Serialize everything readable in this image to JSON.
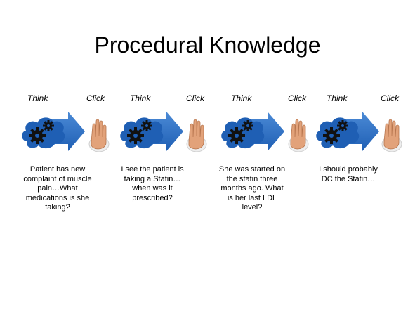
{
  "slide": {
    "title": "Procedural Knowledge",
    "steps": [
      {
        "think_label": "Think",
        "click_label": "Click",
        "description": "Patient has new complaint of muscle pain…What medications is she taking?"
      },
      {
        "think_label": "Think",
        "click_label": "Click",
        "description": "I see the patient is taking a Statin…when was it prescribed?"
      },
      {
        "think_label": "Think",
        "click_label": "Click",
        "description": "She was started on the statin three months ago. What is her last LDL level?"
      },
      {
        "think_label": "Think",
        "click_label": "Click",
        "description": "I should probably DC the Statin…"
      }
    ]
  },
  "colors": {
    "arrow": "#2e6fc2",
    "cloud": "#1f5fb4",
    "gear": "#111111",
    "hand": "#e2a27a",
    "mouse": "#eeeeee"
  },
  "icons": [
    "think-cloud-gears-icon",
    "arrow-right-icon",
    "hand-on-mouse-icon"
  ]
}
